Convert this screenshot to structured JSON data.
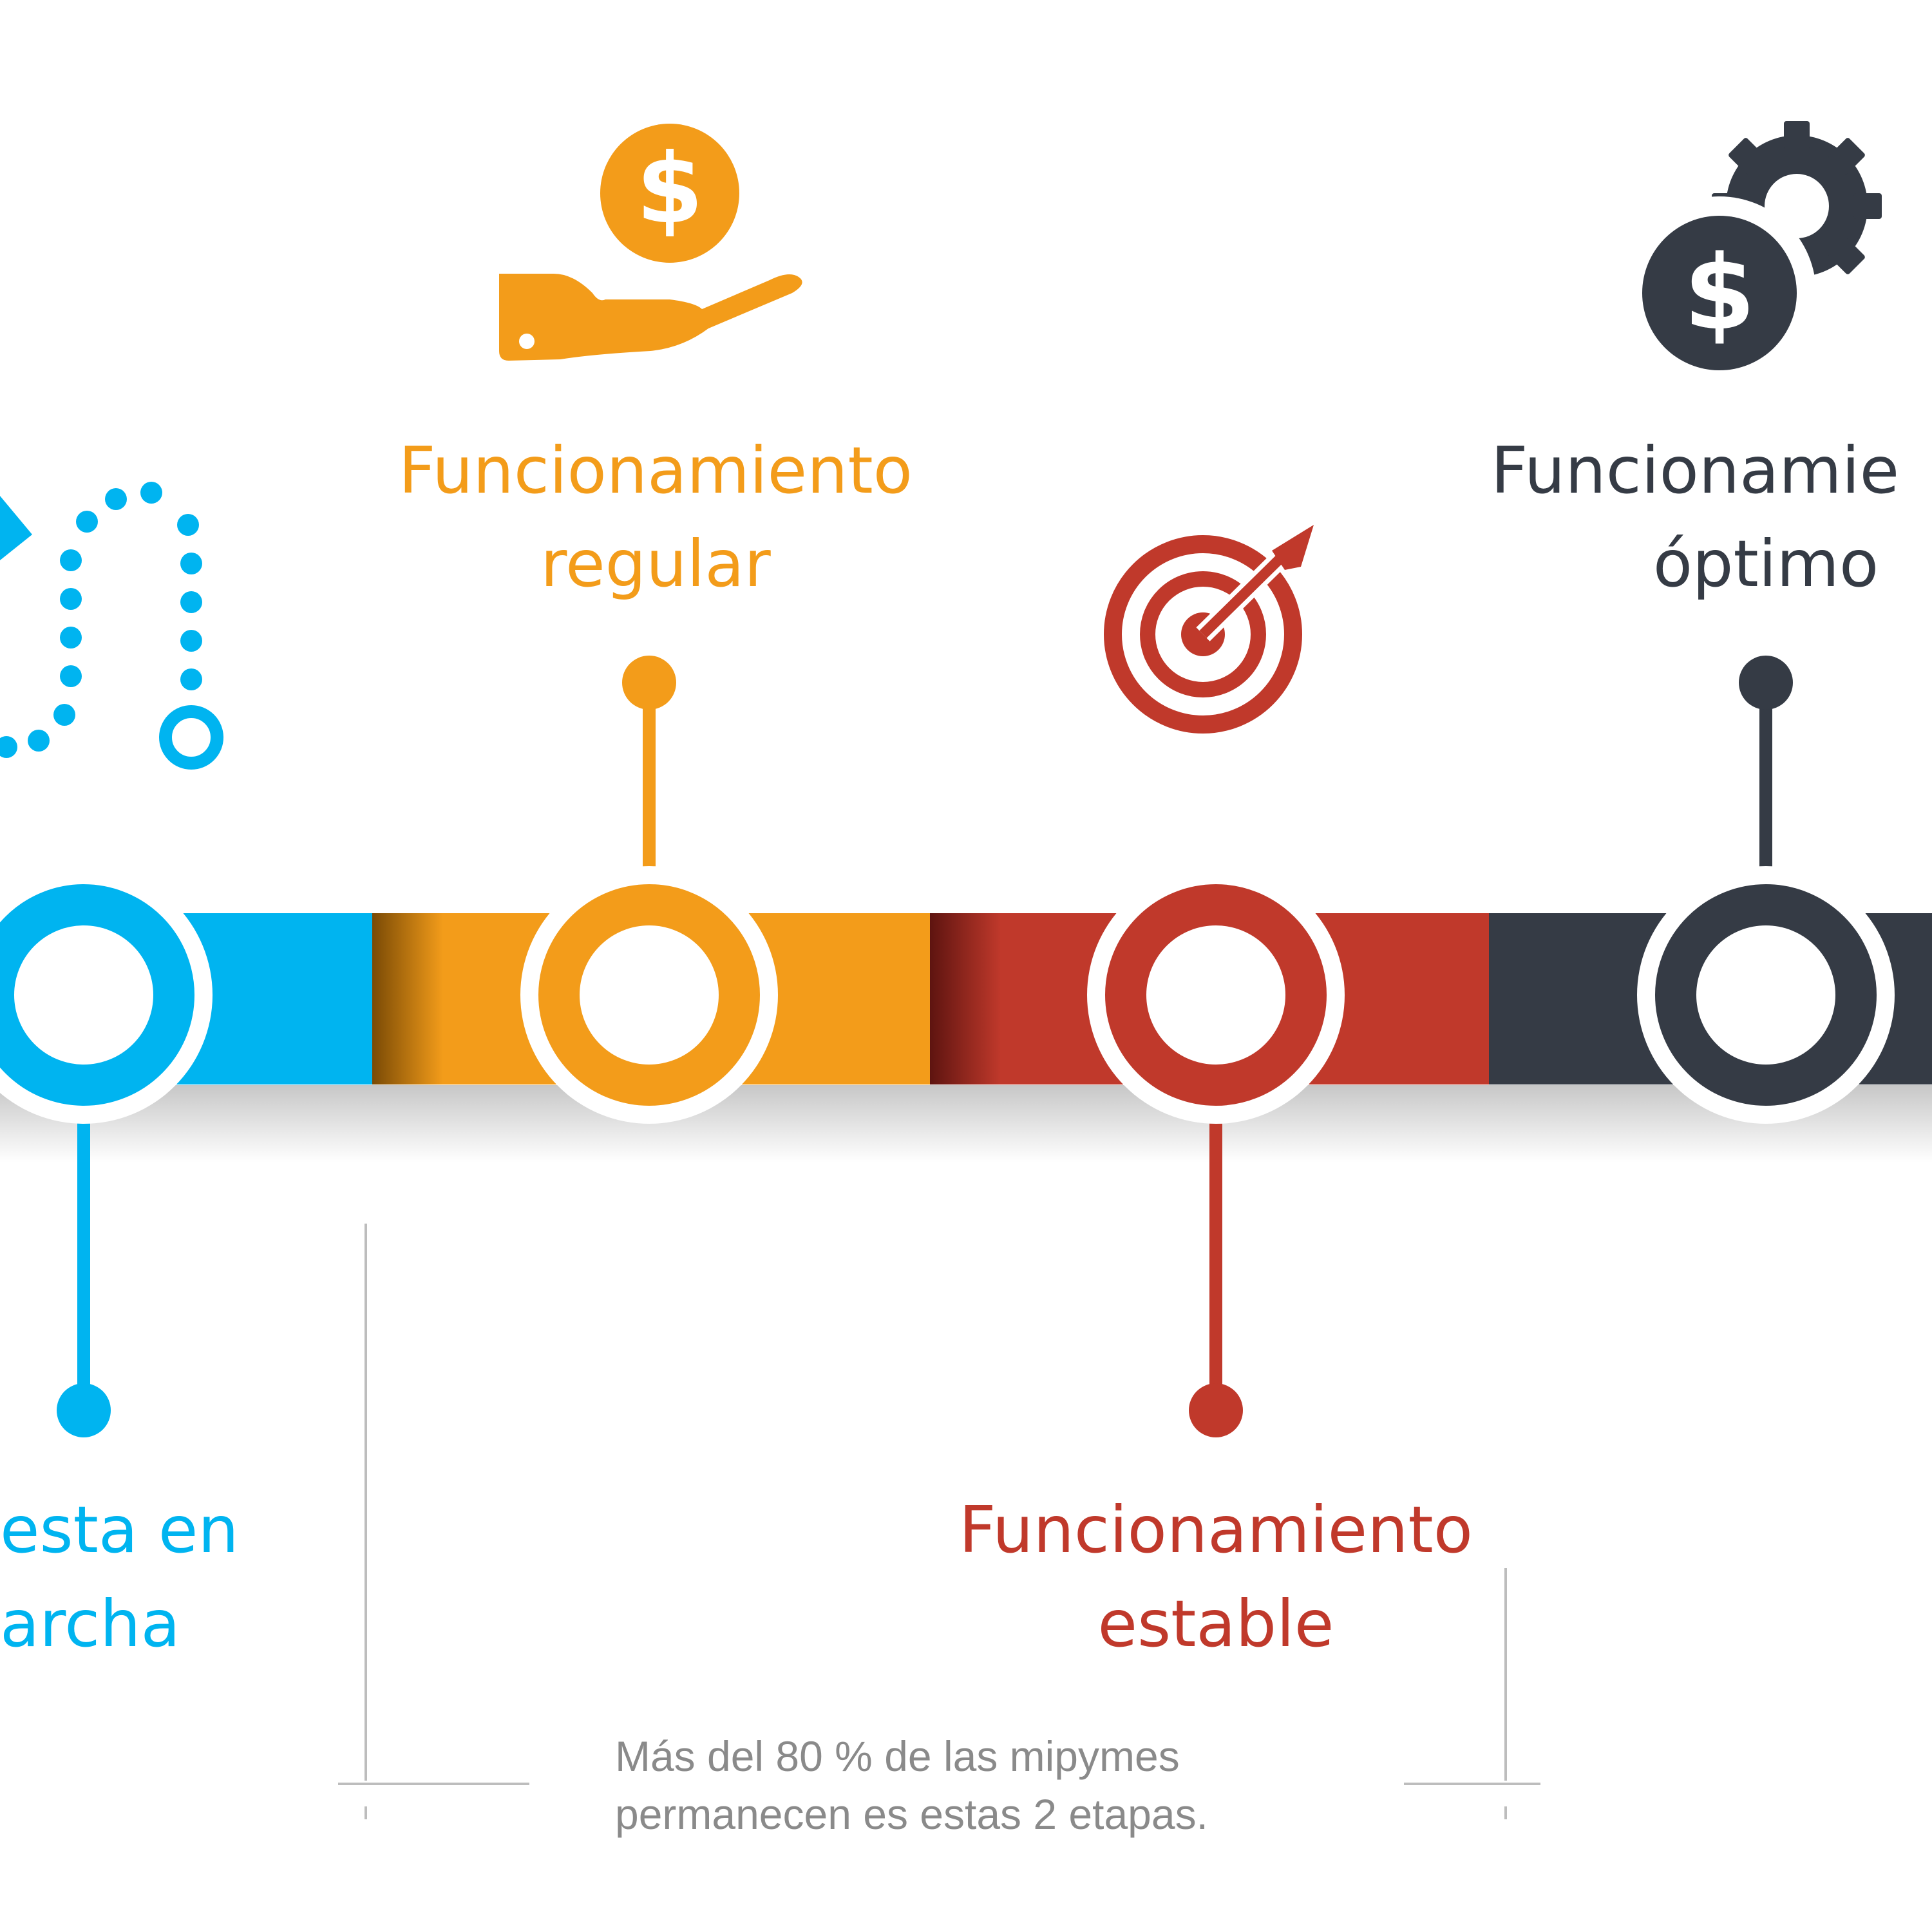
{
  "stages": [
    {
      "id": "puesta",
      "title_line1": "esta en",
      "title_line2": "archa",
      "color": "#00b4f0",
      "icon": "route-map-icon",
      "label_position": "below"
    },
    {
      "id": "regular",
      "title_line1": "Funcionamiento",
      "title_line2": "regular",
      "color": "#f39c1a",
      "icon": "hand-holding-coin-icon",
      "label_position": "above"
    },
    {
      "id": "estable",
      "title_line1": "Funcionamiento",
      "title_line2": "estable",
      "color": "#c0392b",
      "icon": "target-arrow-icon",
      "label_position": "below"
    },
    {
      "id": "optimo",
      "title_line1": "Funcionamie",
      "title_line2": "óptimo",
      "color": "#353b45",
      "icon": "coin-gear-icon",
      "label_position": "above"
    }
  ],
  "note": {
    "line1": "Más del 80 % de las mipymes",
    "line2": "permanecen es estas 2 etapas."
  },
  "colors": {
    "bracket": "#bdbdbd",
    "note_text": "#8a8a8a"
  }
}
